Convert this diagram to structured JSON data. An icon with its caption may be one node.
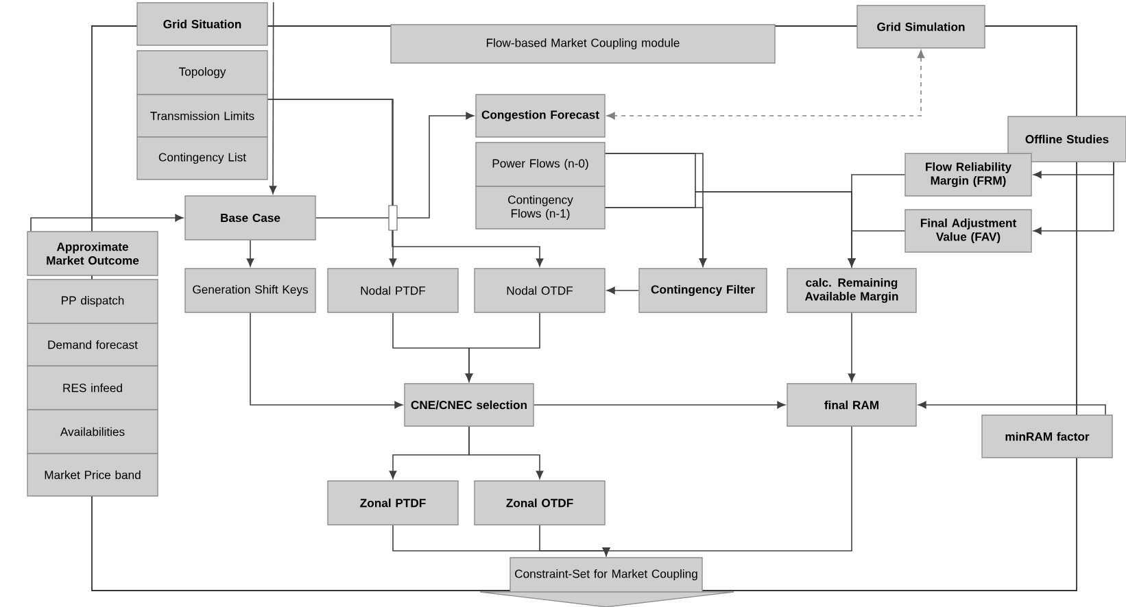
{
  "diagram": {
    "nodes": [
      {
        "text": [
          "Flow-based Market Coupling module"
        ]
      },
      {
        "text": [
          "Grid Situation"
        ]
      },
      {
        "text": [
          "Topology"
        ]
      },
      {
        "text": [
          "Transmission Limits"
        ]
      },
      {
        "text": [
          "Contingency List"
        ]
      },
      {
        "text": [
          "Grid Simulation"
        ]
      },
      {
        "text": [
          "Congestion Forecast"
        ]
      },
      {
        "text": [
          "Power Flows (n-0)"
        ]
      },
      {
        "text": [
          "Contingency Flows (n-1)"
        ]
      },
      {
        "text": [
          "Offline Studies"
        ]
      },
      {
        "text": [
          "Flow Reliability Margin (FRM)"
        ]
      },
      {
        "text": [
          "Final Adjustment Value (FAV)"
        ]
      },
      {
        "text": [
          "Approximate Market Outcome"
        ]
      },
      {
        "text": [
          "PP dispatch"
        ]
      },
      {
        "text": [
          "Demand forecast"
        ]
      },
      {
        "text": [
          "RES infeed"
        ]
      },
      {
        "text": [
          "Availabilities"
        ]
      },
      {
        "text": [
          "Market Price band"
        ]
      },
      {
        "text": [
          "Base Case"
        ]
      },
      {
        "text": [
          "Generation Shift Keys"
        ]
      },
      {
        "text": [
          "Nodal PTDF"
        ]
      },
      {
        "text": [
          "Nodal OTDF"
        ]
      },
      {
        "text": [
          "Contingency Filter"
        ]
      },
      {
        "text": [
          "calc. Remaining Available Margin"
        ]
      },
      {
        "text": [
          "CNE/CNEC selection"
        ]
      },
      {
        "text": [
          "final RAM"
        ]
      },
      {
        "text": [
          "minRAM factor"
        ]
      },
      {
        "text": [
          "Zonal PTDF"
        ]
      },
      {
        "text": [
          "Zonal OTDF"
        ]
      },
      {
        "text": [
          "Constraint-Set for Market Coupling"
        ]
      }
    ],
    "edges": [
      {
        "from": 1,
        "to": 18,
        "arrow": "to"
      },
      {
        "from": 3,
        "to": 20,
        "arrow": "to"
      },
      {
        "from": 3,
        "to": 21,
        "arrow": "to"
      },
      {
        "from": 12,
        "to": 18,
        "arrow": "to"
      },
      {
        "from": 18,
        "to": 6,
        "arrow": "to"
      },
      {
        "from": 18,
        "to": 19,
        "arrow": "to"
      },
      {
        "from": 5,
        "to": 6,
        "arrow": "both",
        "style": "dashed",
        "color": "#808080"
      },
      {
        "from": 7,
        "to": 22,
        "arrow": "to"
      },
      {
        "from": 8,
        "to": 22,
        "arrow": "to"
      },
      {
        "from": 7,
        "to": 23,
        "arrow": "to"
      },
      {
        "from": 8,
        "to": 23,
        "arrow": "to"
      },
      {
        "from": 10,
        "to": 23,
        "arrow": "to"
      },
      {
        "from": 11,
        "to": 23,
        "arrow": "to"
      },
      {
        "from": 22,
        "to": 21,
        "arrow": "to"
      },
      {
        "from": 9,
        "to": 10,
        "arrow": "to"
      },
      {
        "from": 9,
        "to": 11,
        "arrow": "to"
      },
      {
        "from": 20,
        "to": 24,
        "arrow": "to"
      },
      {
        "from": 21,
        "to": 24,
        "arrow": "to"
      },
      {
        "from": 19,
        "to": 24,
        "arrow": "to"
      },
      {
        "from": 24,
        "to": 25,
        "arrow": "to"
      },
      {
        "from": 23,
        "to": 25,
        "arrow": "to"
      },
      {
        "from": 26,
        "to": 25,
        "arrow": "to"
      },
      {
        "from": 24,
        "to": 27,
        "arrow": "to"
      },
      {
        "from": 24,
        "to": 28,
        "arrow": "to"
      },
      {
        "from": 27,
        "to": 29,
        "arrow": "to"
      },
      {
        "from": 28,
        "to": 29,
        "arrow": "to"
      },
      {
        "from": 25,
        "to": 29,
        "arrow": "to"
      }
    ]
  }
}
